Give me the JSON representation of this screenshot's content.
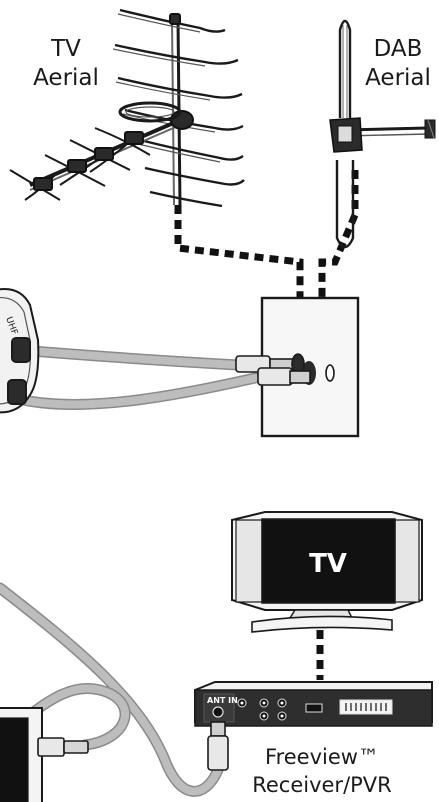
{
  "labels": {
    "tv_aerial": {
      "line1": "TV",
      "line2": "Aerial"
    },
    "dab_aerial": {
      "line1": "DAB",
      "line2": "Aerial"
    },
    "tv_screen": "TV",
    "receiver": {
      "line1": "Freeview™",
      "line2": "Receiver/PVR"
    },
    "receiver_port": "ANT IN",
    "uhf_marking": "UHF"
  },
  "icons": {
    "tv_aerial": "tv-aerial-icon",
    "dab_aerial": "dab-aerial-icon",
    "wall_socket": "wall-socket-icon",
    "splitter": "splitter-icon",
    "tv": "tv-icon",
    "receiver": "receiver-box-icon",
    "second_tv": "second-tv-icon"
  },
  "colors": {
    "cable": "#b9b9b9",
    "cable_outline": "#8a8a8a",
    "connection": "#111111",
    "screen": "#111111",
    "device_body": "#2a2a2a",
    "panel": "#f7f7f7"
  }
}
